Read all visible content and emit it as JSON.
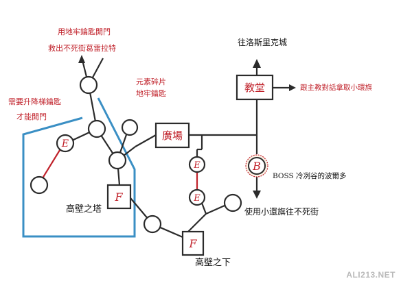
{
  "labels": {
    "key_gate_line1": "用地牢鑰匙開門",
    "key_gate_line2": "救出不死街葛雷拉特",
    "lift_key_line1": "需要升降梯鑰匙",
    "lift_key_line2": "才能開門",
    "shard_line1": "元素碎片",
    "shard_line2": "地牢鑰匙",
    "to_lostbelit": "往洛斯里克城",
    "church_quest": "跟主教對話拿取小環旗",
    "boss_info": "BOSS 冷冽谷的波爾多",
    "flag_use": "使用小還旗往不死街",
    "high_wall_tower": "高壁之塔",
    "below_high_wall": "高壁之下"
  },
  "nodes": {
    "church": "教堂",
    "plaza": "廣場",
    "bonfire_letter": "F",
    "enemy_letter": "E",
    "boss_letter": "B"
  },
  "colors": {
    "path": "#2b2b2b",
    "enemy_path": "#c0212a",
    "zone_outline": "#3a8fc4",
    "label_red": "#c0212a",
    "boss_ring": "#c0212a"
  },
  "watermark": "ALI213.NET"
}
